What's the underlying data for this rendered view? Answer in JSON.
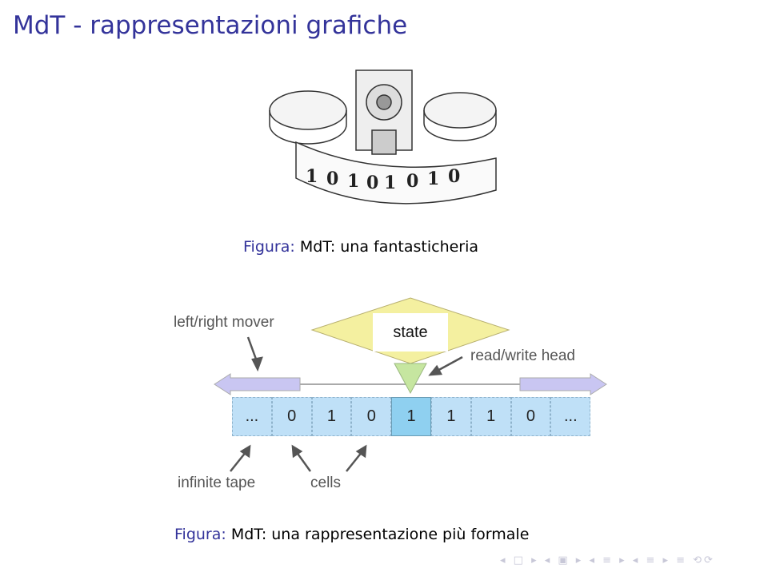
{
  "slide": {
    "title": "MdT - rappresentazioni grafiche"
  },
  "figure1": {
    "caption_label": "Figura:",
    "caption_text": "MdT: una fantasticheria",
    "tape_digits": [
      "1",
      "0",
      "1",
      "0",
      "1",
      "0",
      "1",
      "0"
    ]
  },
  "figure2": {
    "caption_label": "Figura:",
    "caption_text": "MdT: una rappresentazione più formale",
    "state_label": "state",
    "labels": {
      "mover": "left/right mover",
      "head": "read/write head",
      "tape": "infinite tape",
      "cells": "cells"
    },
    "cells": [
      "...",
      "0",
      "1",
      "0",
      "1",
      "1",
      "1",
      "0",
      "..."
    ],
    "active_cell_index": 4,
    "colors": {
      "diamond": "#f4f0a0",
      "head": "#c6e6a0",
      "cell": "#bfe0f7",
      "active_cell": "#8fd0f0",
      "arrow": "#c9c6f2"
    }
  },
  "nav": {
    "symbols": "◂ □ ▸ ◂ ▣ ▸ ◂ ≡ ▸ ◂ ≡ ▸  ≡  ⟲⟳"
  }
}
